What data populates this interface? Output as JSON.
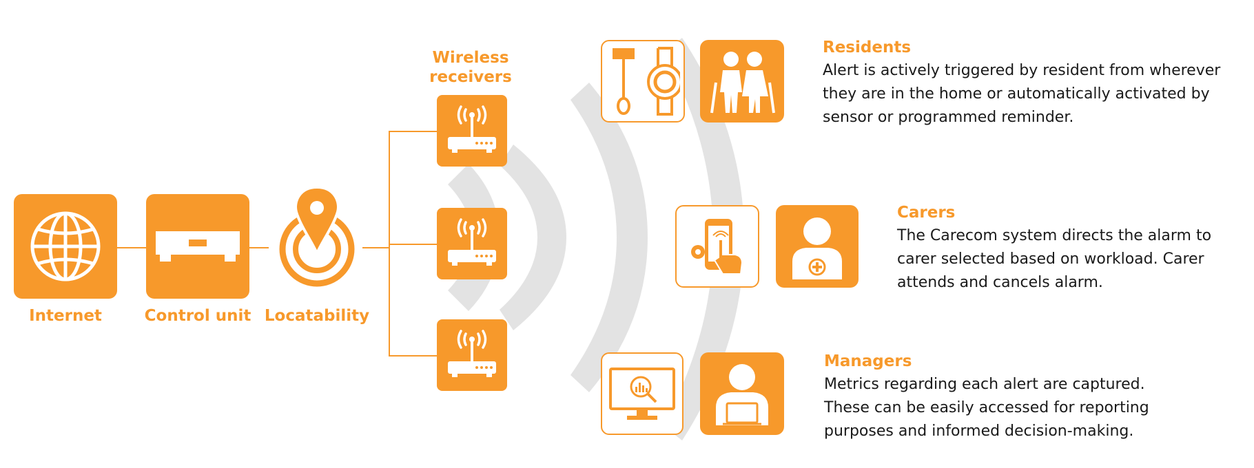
{
  "colors": {
    "accent": "#F7992B",
    "waves": "#E3E3E3",
    "text": "#1a1a1a"
  },
  "flow": [
    {
      "label": "Internet",
      "icon": "globe-icon"
    },
    {
      "label": "Control unit",
      "icon": "control-unit-icon"
    },
    {
      "label": "Locatability",
      "icon": "location-pin-icon"
    }
  ],
  "receivers": {
    "title": "Wireless receivers",
    "icons": [
      "wireless-router-icon",
      "wireless-router-icon",
      "wireless-router-icon"
    ]
  },
  "roles": [
    {
      "title": "Residents",
      "description": "Alert is actively triggered by resident from wherever they are in the home or automatically activated by sensor or programmed reminder.",
      "icons": [
        "pendant-watch-icon",
        "elderly-couple-icon"
      ]
    },
    {
      "title": "Carers",
      "description": "The Carecom system directs the alarm to carer selected based on workload. Carer attends and cancels alarm.",
      "icons": [
        "smartphone-touch-icon",
        "nurse-icon"
      ]
    },
    {
      "title": "Managers",
      "description": "Metrics regarding each alert are captured. These can be easily accessed for reporting purposes and informed decision-making.",
      "icons": [
        "analytics-monitor-icon",
        "manager-laptop-icon"
      ]
    }
  ]
}
